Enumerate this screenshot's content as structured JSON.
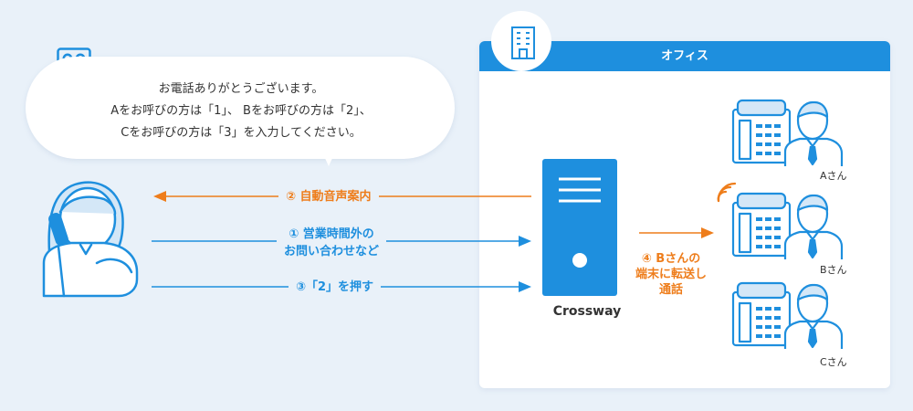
{
  "bubble": {
    "lines": [
      "お電話ありがとうございます。",
      "Aをお呼びの方は「1」、 Bをお呼びの方は「2」、",
      "Cをお呼びの方は「3」を入力してください。"
    ]
  },
  "office": {
    "title": "オフィス"
  },
  "flows": {
    "auto_voice": "② 自動音声案内",
    "after_hours_line1": "① 営業時間外の",
    "after_hours_line2": "お問い合わせなど",
    "press_2": "③「2」を押す"
  },
  "server": {
    "name": "Crossway"
  },
  "transfer": {
    "lines": [
      "④ Bさんの",
      "端末に転送し",
      "通話"
    ]
  },
  "staff": {
    "a": "Aさん",
    "b": "Bさん",
    "c": "Cさん"
  },
  "colors": {
    "blue": "#1e8fde",
    "orange": "#ee7d1b",
    "background": "#e9f1f9"
  },
  "icons": [
    "voicemail-icon",
    "building-icon",
    "caller-person-icon",
    "server-icon",
    "desk-phone-icon",
    "staff-person-icon",
    "ringing-waves-icon"
  ]
}
